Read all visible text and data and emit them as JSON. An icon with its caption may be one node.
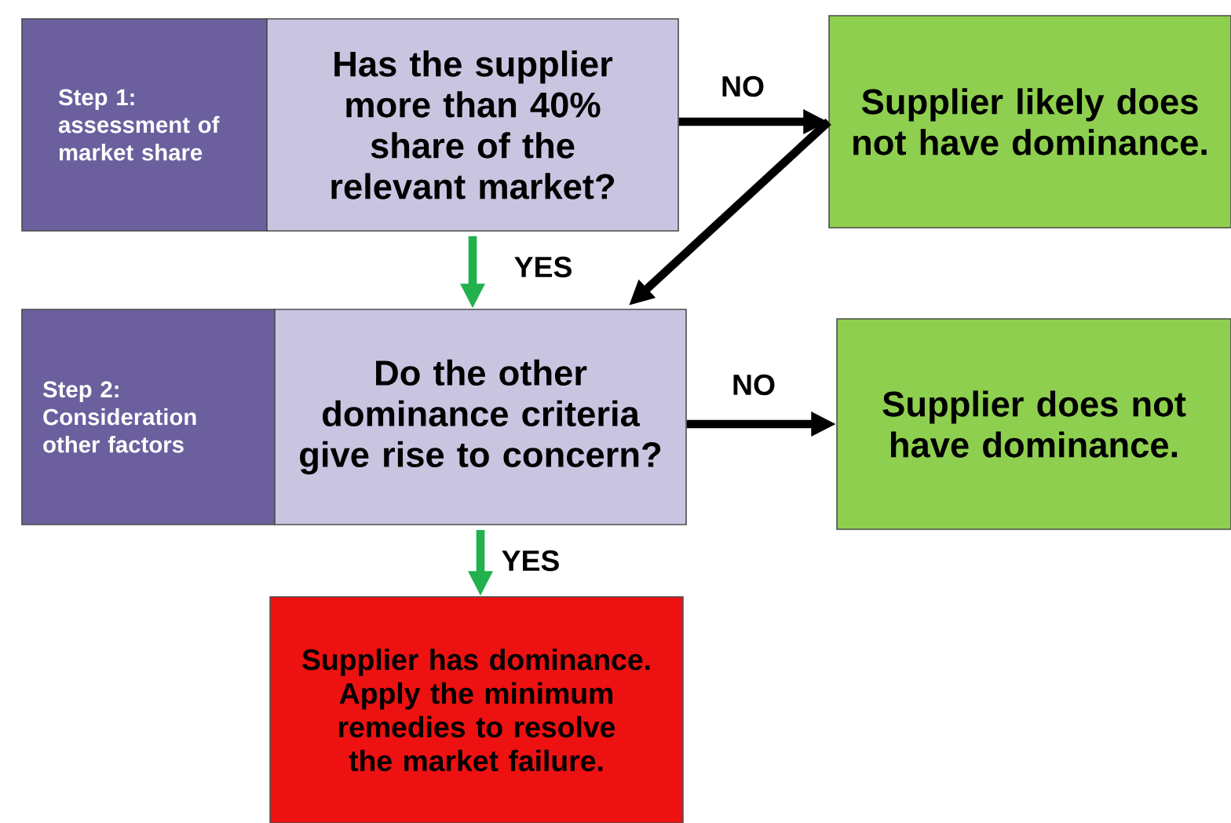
{
  "diagram": {
    "nodes": [
      {
        "text": [
          "Step 1: assessment of market share"
        ]
      },
      {
        "text": [
          "Has the supplier more than 40% share of the relevant market?"
        ]
      },
      {
        "text": [
          "Supplier likely does not have dominance."
        ]
      },
      {
        "text": [
          "Step 2: Consideration other factors"
        ]
      },
      {
        "text": [
          "Do the other dominance criteria give rise to concern?"
        ]
      },
      {
        "text": [
          "Supplier does not have dominance."
        ]
      },
      {
        "text": [
          "Supplier has dominance. Apply the minimum remedies to resolve the market failure."
        ]
      }
    ],
    "edges": [
      {
        "from": 1,
        "to": 2,
        "arrow": "to",
        "label": "NO"
      },
      {
        "from": 2,
        "to": 4,
        "arrow": "to"
      },
      {
        "from": 1,
        "to": 4,
        "arrow": "to",
        "label": "YES",
        "color": "#22b14c"
      },
      {
        "from": 4,
        "to": 5,
        "arrow": "to",
        "label": "NO"
      },
      {
        "from": 4,
        "to": 6,
        "arrow": "to",
        "label": "YES",
        "color": "#22b14c"
      }
    ]
  }
}
